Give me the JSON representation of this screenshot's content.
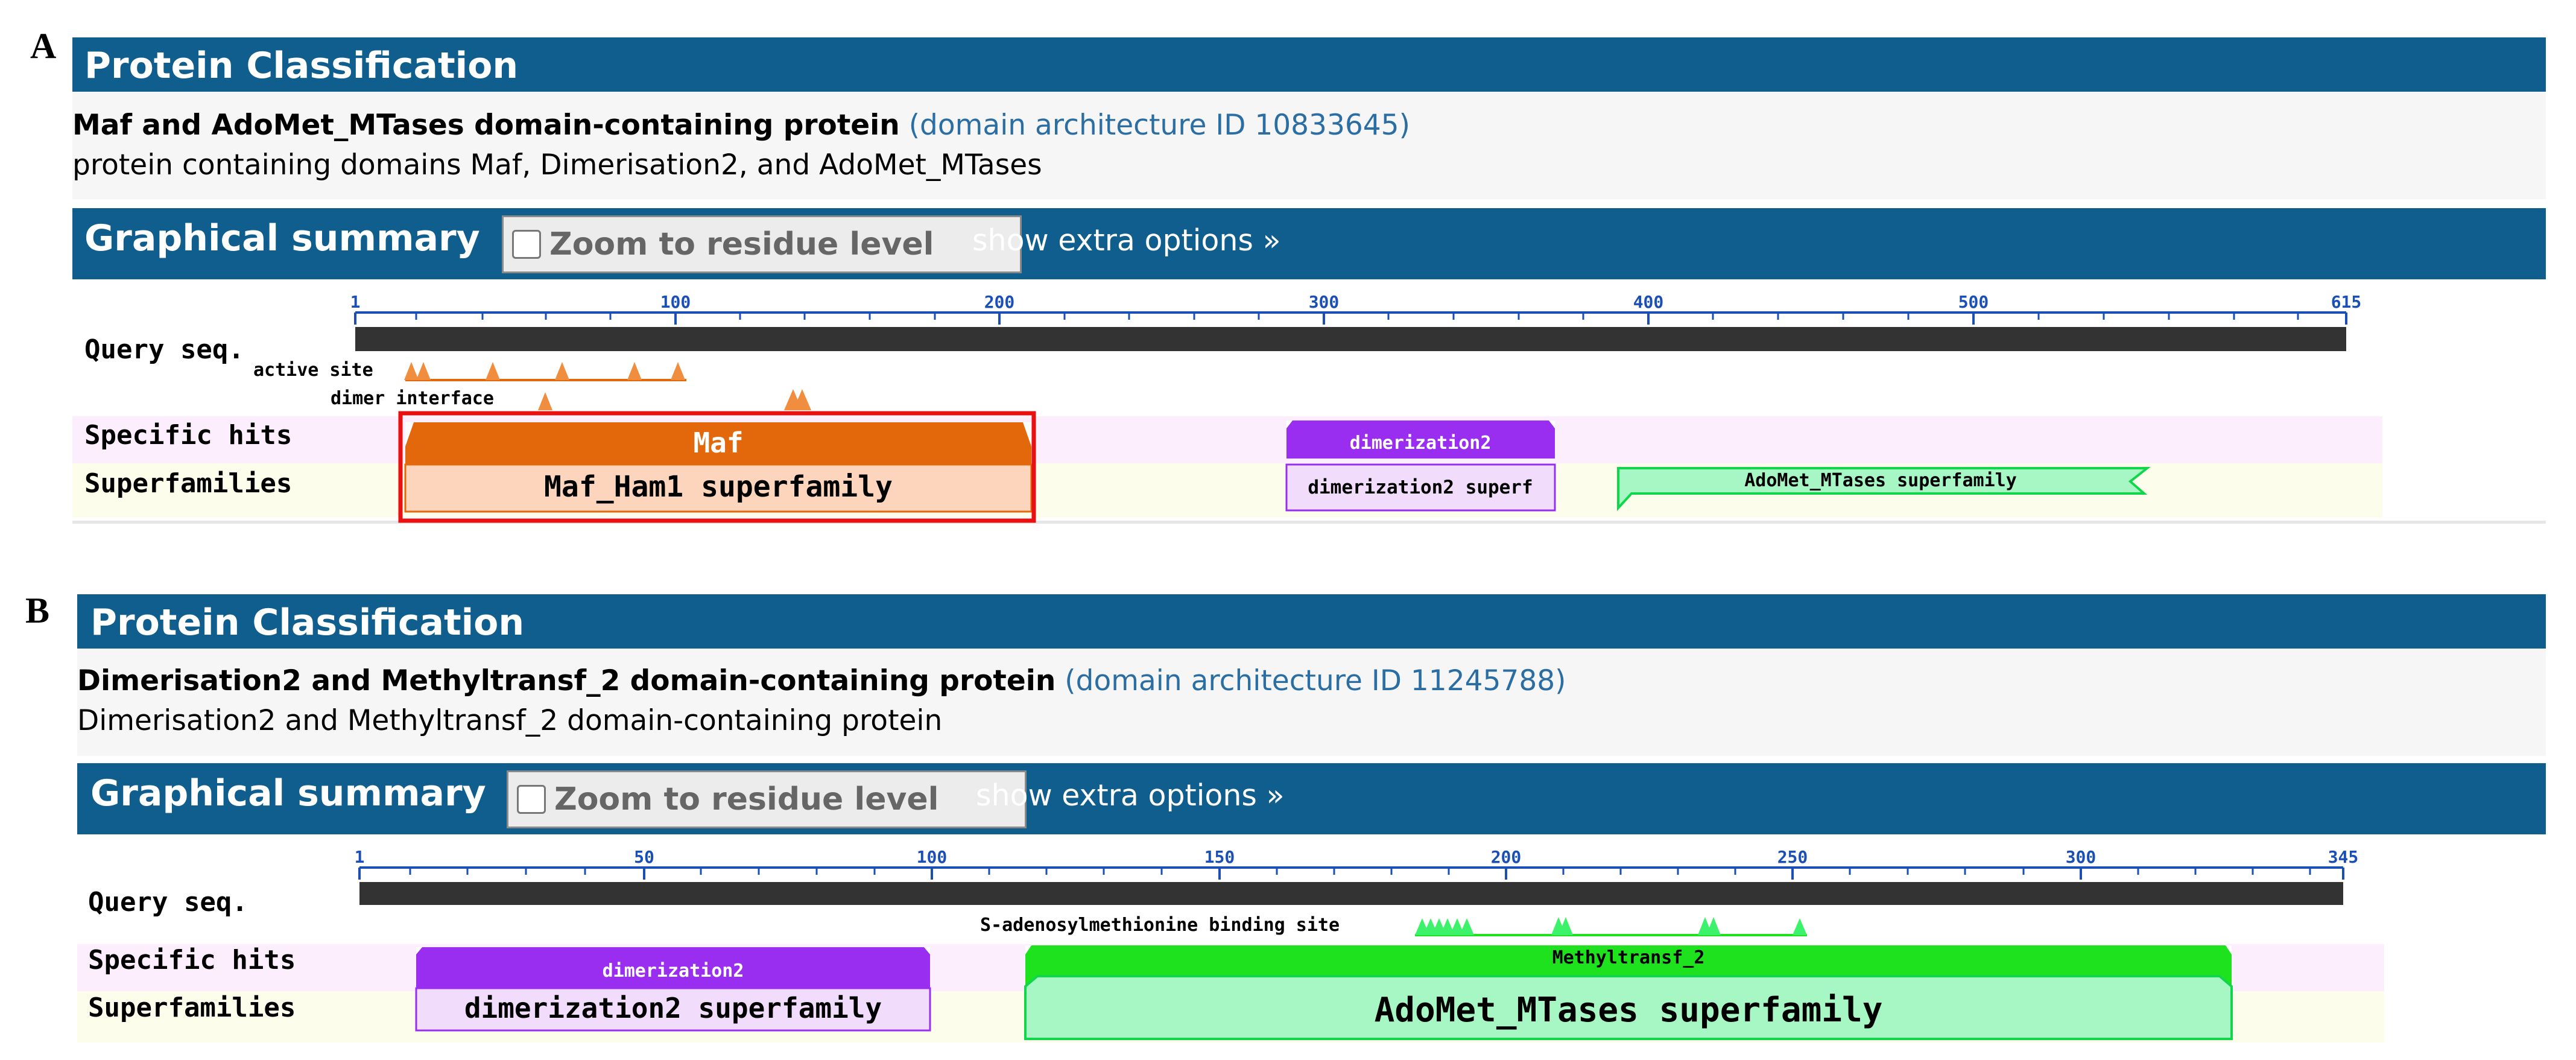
{
  "panels": [
    {
      "letter": "A",
      "header_title": "Protein Classification",
      "protein_name": "Maf and AdoMet_MTases domain-containing protein",
      "arch_prefix": "(",
      "arch_link": "domain architecture ID 10833645",
      "arch_suffix": ")",
      "protein_desc": "protein containing domains Maf, Dimerisation2, and AdoMet_MTases",
      "summary_title": "Graphical summary",
      "zoom_label": "Zoom to residue level",
      "zoom_checked": false,
      "extra_options": "show extra options »",
      "row_query": "Query seq.",
      "row_hits": "Specific hits",
      "row_super": "Superfamilies",
      "ruler_ticks": [
        "1",
        "100",
        "200",
        "300",
        "400",
        "500",
        "615"
      ],
      "site_labels": [
        "active site",
        "dimer interface"
      ],
      "specific_hits": [
        {
          "label": "Maf",
          "color": "#e2680b"
        },
        {
          "label": "dimerization2",
          "color": "#9a2ef0"
        }
      ],
      "superfamilies": [
        {
          "label": "Maf_Ham1 superfamily",
          "color": "#fcd5bc",
          "border": "#e2680b"
        },
        {
          "label": "dimerization2 superf",
          "color": "#f2dcfc",
          "border": "#9a2ef0"
        },
        {
          "label": "AdoMet_MTases superfamily",
          "color": "#a6f7c4",
          "border": "#11d64b"
        }
      ],
      "highlight_color": "#e81010"
    },
    {
      "letter": "B",
      "header_title": "Protein Classification",
      "protein_name": "Dimerisation2 and Methyltransf_2 domain-containing protein",
      "arch_prefix": "(",
      "arch_link": "domain architecture ID 11245788",
      "arch_suffix": ")",
      "protein_desc": "Dimerisation2 and Methyltransf_2 domain-containing protein",
      "summary_title": "Graphical summary",
      "zoom_label": "Zoom to residue level",
      "zoom_checked": false,
      "extra_options": "show extra options »",
      "row_query": "Query seq.",
      "row_hits": "Specific hits",
      "row_super": "Superfamilies",
      "ruler_ticks": [
        "1",
        "50",
        "100",
        "150",
        "200",
        "250",
        "300",
        "345"
      ],
      "site_labels": [
        "S-adenosylmethionine binding site"
      ],
      "specific_hits": [
        {
          "label": "dimerization2",
          "color": "#9a2ef0"
        },
        {
          "label": "Methyltransf_2",
          "color": "#1fe21f"
        }
      ],
      "superfamilies": [
        {
          "label": "dimerization2 superfamily",
          "color": "#f2dcfc",
          "border": "#9a2ef0"
        },
        {
          "label": "AdoMet_MTases superfamily",
          "color": "#a6f7c4",
          "border": "#11d64b"
        }
      ]
    }
  ]
}
